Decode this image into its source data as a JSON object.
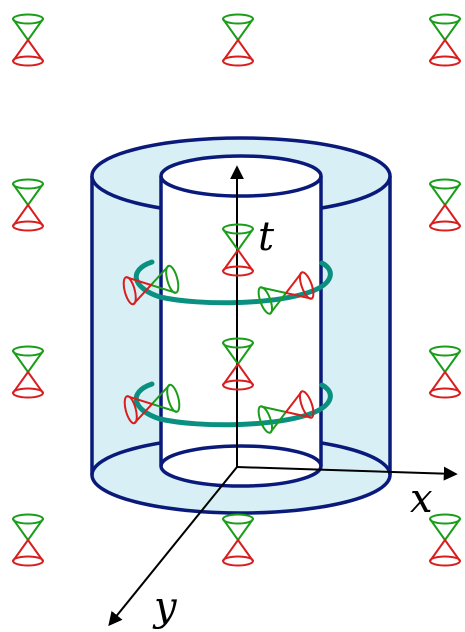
{
  "axes": {
    "t": "t",
    "x": "x",
    "y": "y"
  },
  "colors": {
    "cylinder_fill": "#d8f0f5",
    "cylinder_stroke": "#0a1a7a",
    "cone_future": "#1a9e1a",
    "cone_past": "#d81e1e",
    "curve": "#0a9080",
    "axis": "#000000"
  }
}
